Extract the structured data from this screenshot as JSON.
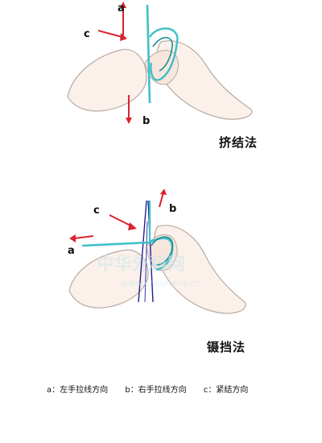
{
  "figure1": {
    "caption": "挤结法",
    "labels": {
      "a": "a",
      "b": "b",
      "c": "c"
    }
  },
  "figure2": {
    "caption": "镊挡法",
    "labels": {
      "a": "a",
      "b": "b",
      "c": "c"
    },
    "watermark_text": "中华外科网",
    "watermark_url": "www.cnsurgery.cn"
  },
  "legend": {
    "a": "a：左手拉线方向",
    "b": "b：右手拉线方向",
    "c": "c：紧结方向"
  },
  "colors": {
    "skin": "#fbf1ea",
    "skin_outline": "#b9aaa2",
    "suture": "#3ec0c8",
    "suture_dark": "#1c8f98",
    "arrow": "#d9232d",
    "forceps": "#20208f"
  }
}
